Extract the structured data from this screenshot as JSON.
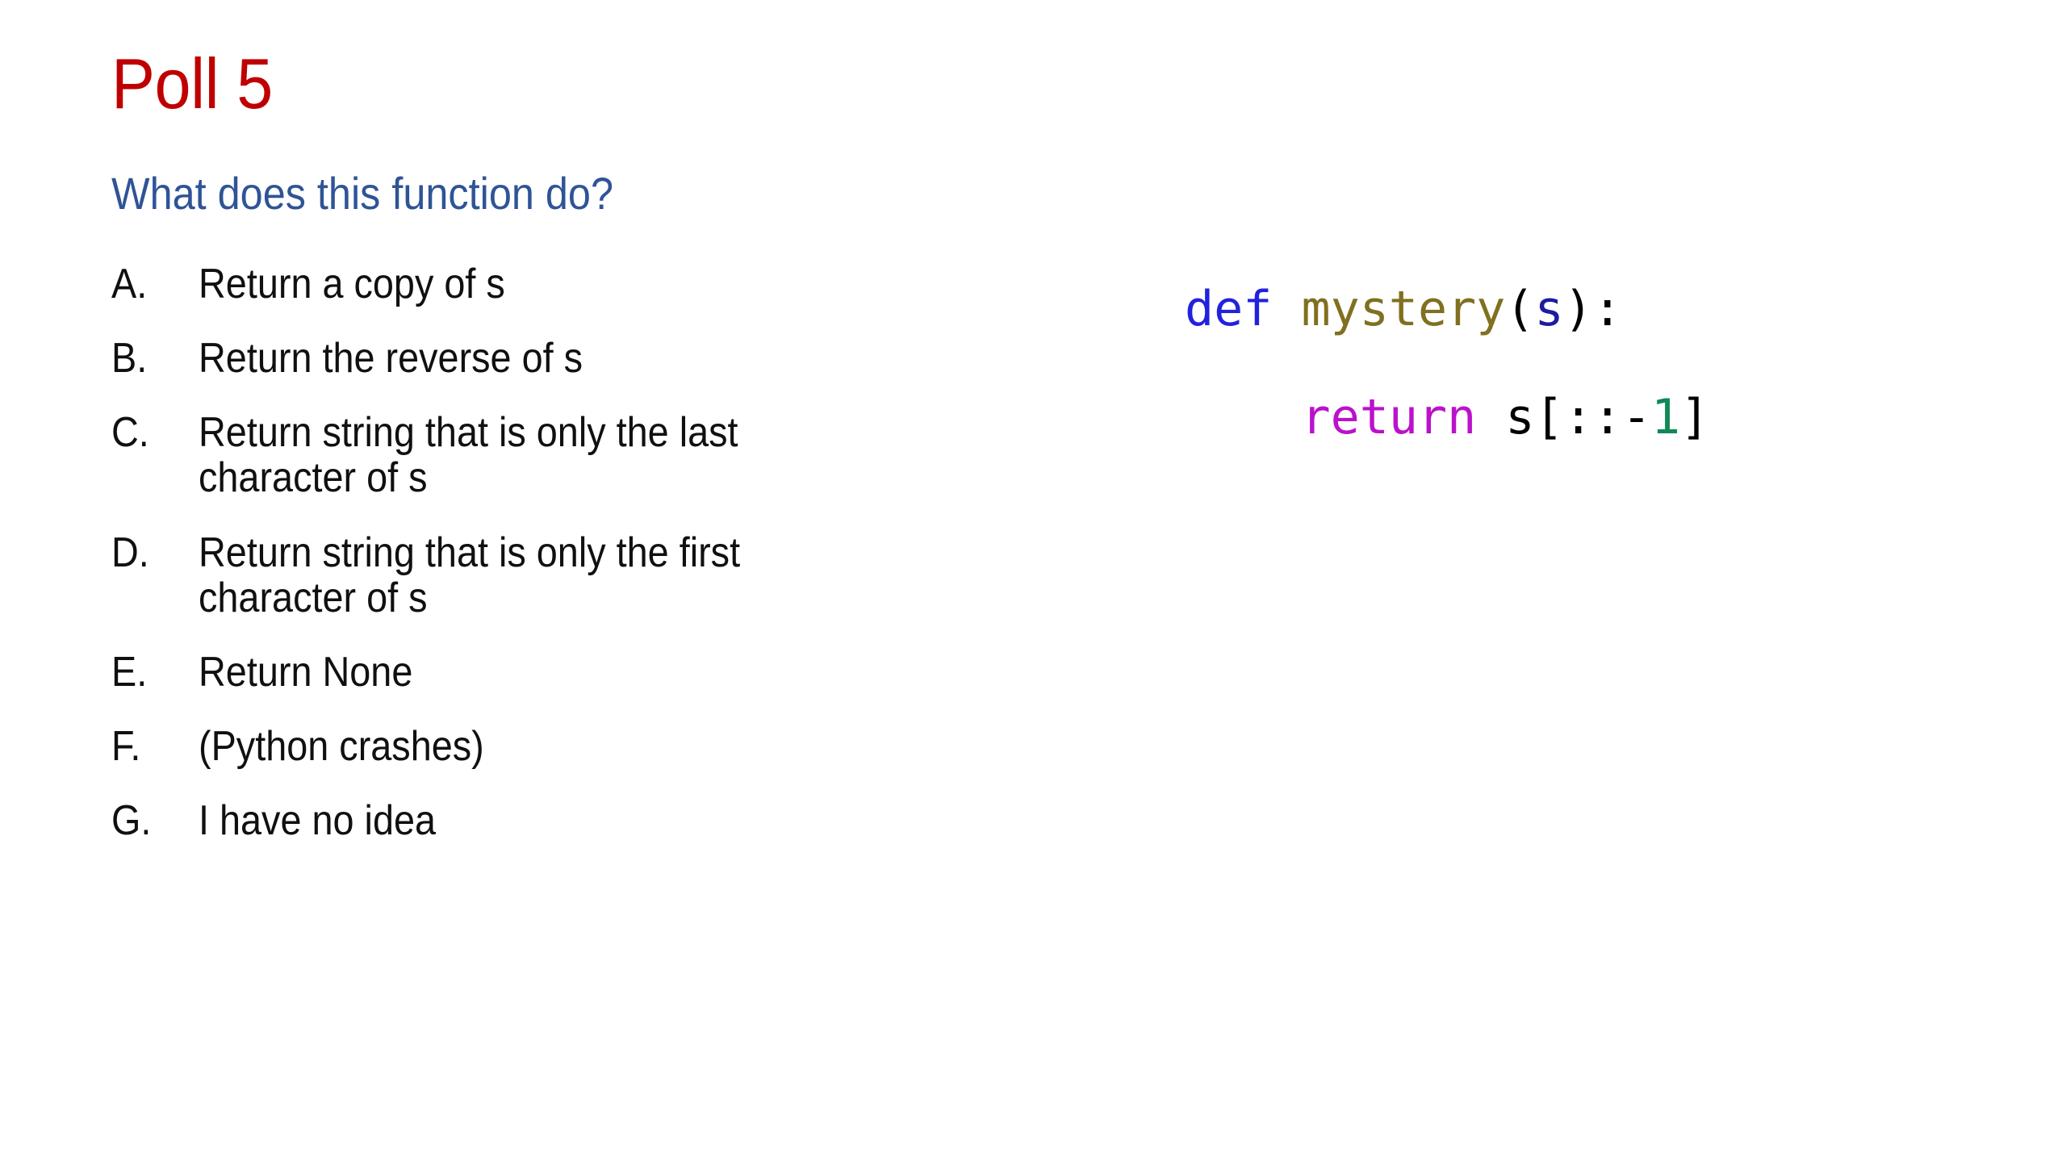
{
  "slide": {
    "background_color": "#ffffff",
    "title": "Poll 5",
    "title_color": "#c00000",
    "question": "What does this function do?",
    "question_color": "#2f5496"
  },
  "options": [
    {
      "marker": "A.",
      "text": "Return a copy of s"
    },
    {
      "marker": "B.",
      "text": "Return the reverse of s"
    },
    {
      "marker": "C.",
      "text": "Return string that is only the last character of s"
    },
    {
      "marker": "D.",
      "text": "Return string that is only the first character of s"
    },
    {
      "marker": "E.",
      "text": "Return None"
    },
    {
      "marker": "F.",
      "text": "(Python crashes)"
    },
    {
      "marker": "G.",
      "text": "I have no idea"
    }
  ],
  "code": {
    "language": "python",
    "full_text": "def mystery(s):\n    return s[::-1]",
    "lines": [
      {
        "tokens": [
          {
            "text": "def",
            "kind": "keyword",
            "color": "#2222dd"
          },
          {
            "text": " ",
            "kind": "plain",
            "color": "#000000"
          },
          {
            "text": "mystery",
            "kind": "function",
            "color": "#80701f"
          },
          {
            "text": "(",
            "kind": "punct",
            "color": "#000000"
          },
          {
            "text": "s",
            "kind": "param",
            "color": "#1c1ca0"
          },
          {
            "text": ")",
            "kind": "punct",
            "color": "#000000"
          },
          {
            "text": ":",
            "kind": "punct",
            "color": "#000000"
          }
        ]
      },
      {
        "tokens": [
          {
            "text": "    ",
            "kind": "plain",
            "color": "#000000"
          },
          {
            "text": "return",
            "kind": "keyword",
            "color": "#bb11cc"
          },
          {
            "text": " ",
            "kind": "plain",
            "color": "#000000"
          },
          {
            "text": "s[::-",
            "kind": "plain",
            "color": "#000000"
          },
          {
            "text": "1",
            "kind": "number",
            "color": "#118855"
          },
          {
            "text": "]",
            "kind": "punct",
            "color": "#000000"
          }
        ]
      }
    ]
  }
}
